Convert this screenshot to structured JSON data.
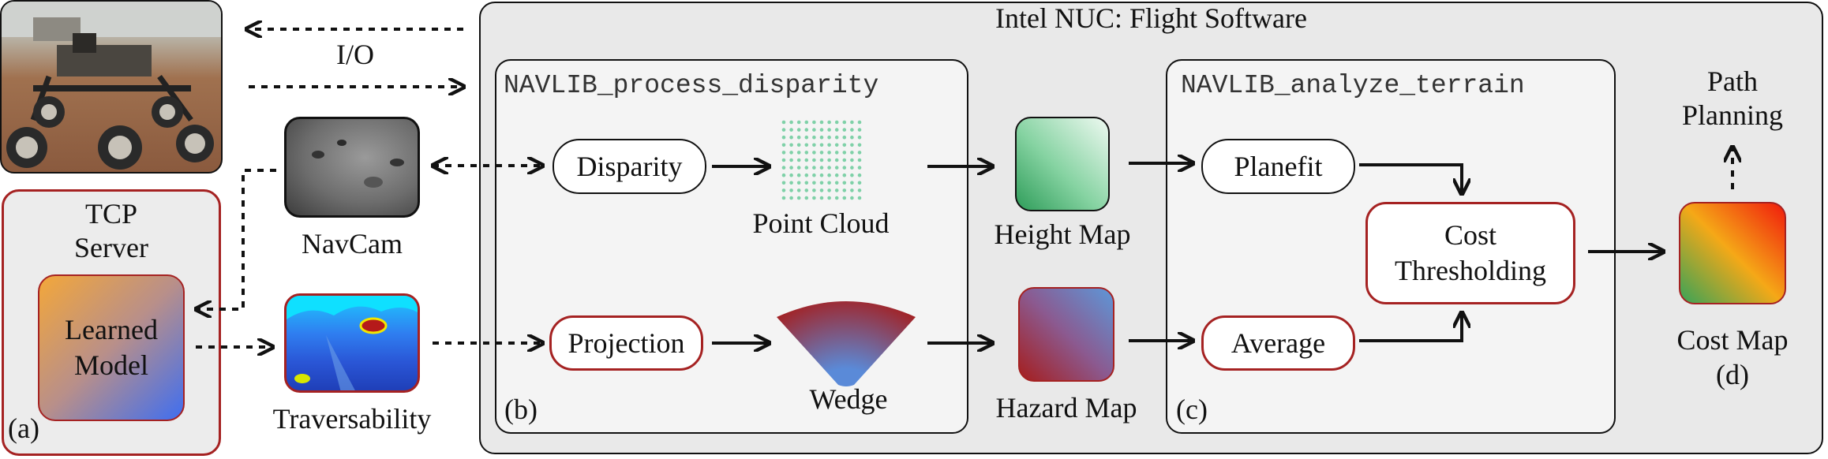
{
  "panels": {
    "flight_software_title": "Intel NUC: Flight Software",
    "process_disparity_title": "NAVLIB_process_disparity",
    "analyze_terrain_title": "NAVLIB_analyze_terrain",
    "tcp_server_line1": "TCP",
    "tcp_server_line2": "Server",
    "label_a": "(a)",
    "label_b": "(b)",
    "label_c": "(c)"
  },
  "io_label": "I/O",
  "nodes": {
    "navcam": "NavCam",
    "traversability": "Traversability",
    "learned_model_line1": "Learned",
    "learned_model_line2": "Model",
    "disparity": "Disparity",
    "projection": "Projection",
    "point_cloud": "Point Cloud",
    "wedge": "Wedge",
    "height_map": "Height Map",
    "hazard_map": "Hazard Map",
    "planefit": "Planefit",
    "average": "Average",
    "cost_thresholding_line1": "Cost",
    "cost_thresholding_line2": "Thresholding",
    "cost_map": "Cost Map",
    "label_d": "(d)",
    "path_planning_line1": "Path",
    "path_planning_line2": "Planning"
  },
  "colors": {
    "red_border": "#a52222",
    "panel_fill": "#e9e9e9",
    "point_cloud_dot": "#7fd1a8"
  }
}
